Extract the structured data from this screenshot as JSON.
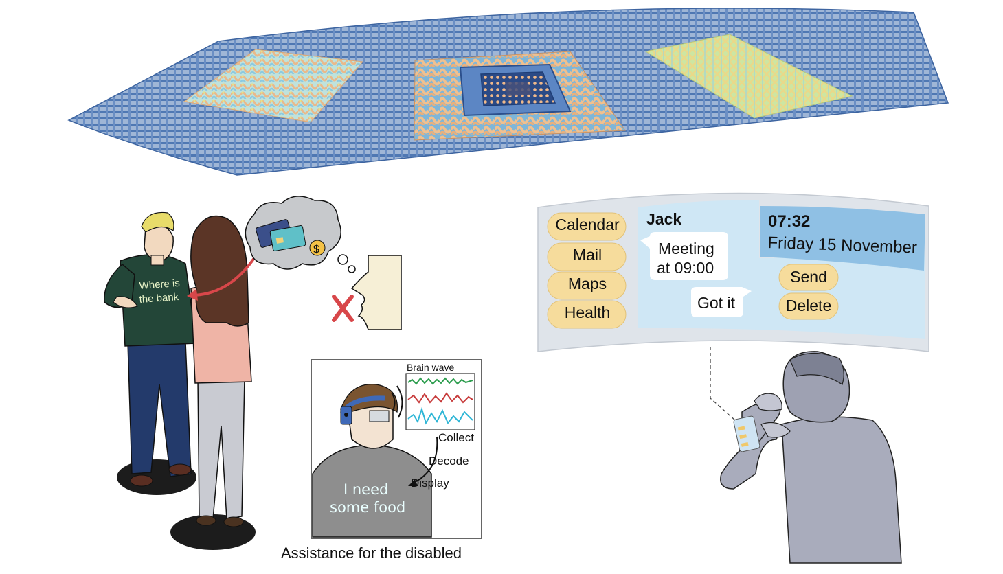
{
  "left_scene": {
    "shirt_text_line1": "Where is",
    "shirt_text_line2": "the bank"
  },
  "brain_panel": {
    "wave_title": "Brain wave",
    "step_collect": "Collect",
    "step_decode": "Decode",
    "step_display": "Display",
    "shirt_text_line1": "I need",
    "shirt_text_line2": "some food",
    "caption": "Assistance for the disabled",
    "wave_colors": [
      "#2e9e4f",
      "#c73a3a",
      "#2fb6d6"
    ]
  },
  "display_panel": {
    "menu": [
      "Calendar",
      "Mail",
      "Maps",
      "Health"
    ],
    "contact_name": "Jack",
    "message_in_line1": "Meeting",
    "message_in_line2": "at 09:00",
    "message_out": "Got it",
    "time": "07:32",
    "date": "Friday 15 November",
    "actions": [
      "Send",
      "Delete"
    ],
    "colors": {
      "pill": "#f6dc9c",
      "chat_area": "#cfe7f5",
      "clock_area": "#8fc0e4",
      "frame": "#dfe4ea"
    }
  }
}
